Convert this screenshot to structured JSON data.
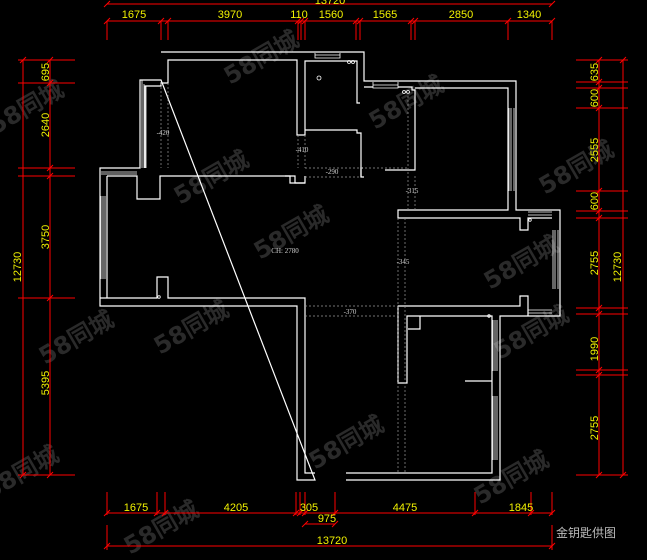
{
  "title": "Floor plan",
  "credit": "金钥匙供图",
  "watermark": "58同城",
  "colors": {
    "background": "#000000",
    "wall": "#ffffff",
    "dimension_line": "#ff0000",
    "dimension_text": "#f2f200",
    "note": "#cfcfcf"
  },
  "dimensions": {
    "top": {
      "total": "13720",
      "segments": [
        "1675",
        "3970",
        "110",
        "1560",
        "1565",
        "2850",
        "1340"
      ]
    },
    "bottom": {
      "total": "13720",
      "segments": [
        "1675",
        "4205",
        "305",
        "975",
        "4475",
        "1845"
      ]
    },
    "left": {
      "total": "12730",
      "segments": [
        "695",
        "2640",
        "3750",
        "5395"
      ]
    },
    "right": {
      "total": "12730",
      "segments": [
        "635",
        "600",
        "2555",
        "600",
        "2755",
        "1990",
        "2755"
      ]
    }
  },
  "notes": [
    "-420",
    "-410",
    "-290",
    "-315",
    "CH: 2780",
    "-345",
    "-370"
  ]
}
